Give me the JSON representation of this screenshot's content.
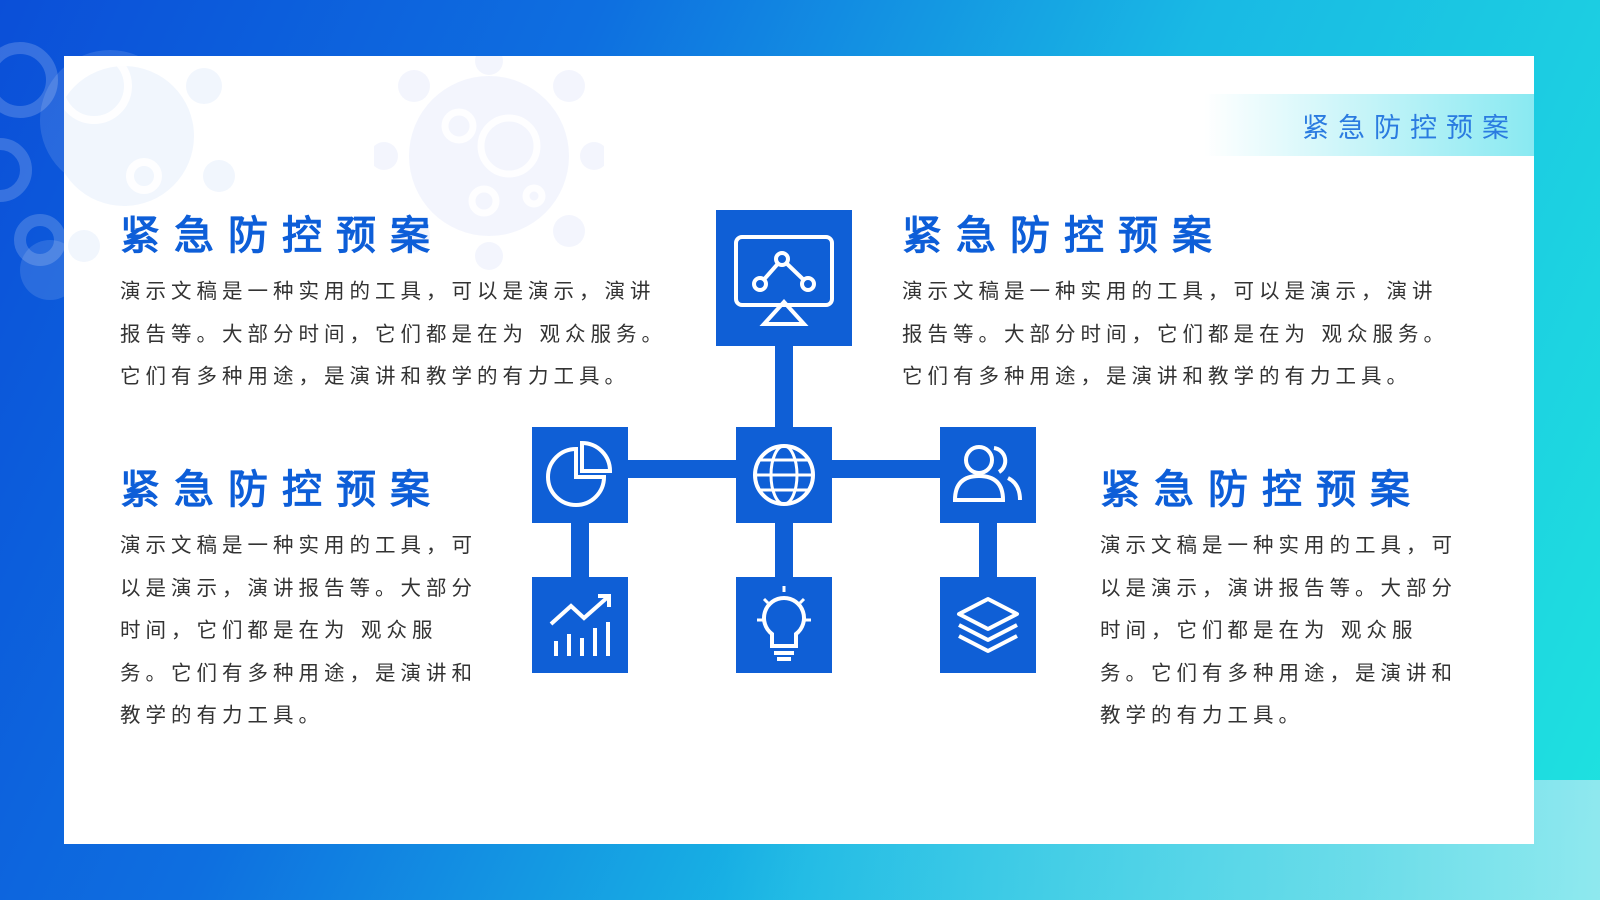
{
  "header": {
    "tag": "紧急防控预案"
  },
  "blocks": {
    "top_left": {
      "title": "紧急防控预案",
      "text": "演示文稿是一种实用的工具，可以是演示，演讲报告等。大部分时间，它们都是在为 观众服务。它们有多种用途，是演讲和教学的有力工具。"
    },
    "top_right": {
      "title": "紧急防控预案",
      "text": "演示文稿是一种实用的工具，可以是演示，演讲报告等。大部分时间，它们都是在为 观众服务。它们有多种用途，是演讲和教学的有力工具。"
    },
    "bottom_left": {
      "title": "紧急防控预案",
      "text": "演示文稿是一种实用的工具，可以是演示，演讲报告等。大部分时间，它们都是在为 观众服务。它们有多种用途，是演讲和教学的有力工具。"
    },
    "bottom_right": {
      "title": "紧急防控预案",
      "text": "演示文稿是一种实用的工具，可以是演示，演讲报告等。大部分时间，它们都是在为 观众服务。它们有多种用途，是演讲和教学的有力工具。"
    }
  },
  "icons": [
    "presentation-icon",
    "pie-chart-icon",
    "globe-icon",
    "users-icon",
    "growth-chart-icon",
    "lightbulb-icon",
    "layers-icon"
  ],
  "colors": {
    "accent": "#0d5ed8",
    "tile": "#0f5fd6",
    "text": "#333333",
    "tag_text": "#2a7be0"
  }
}
